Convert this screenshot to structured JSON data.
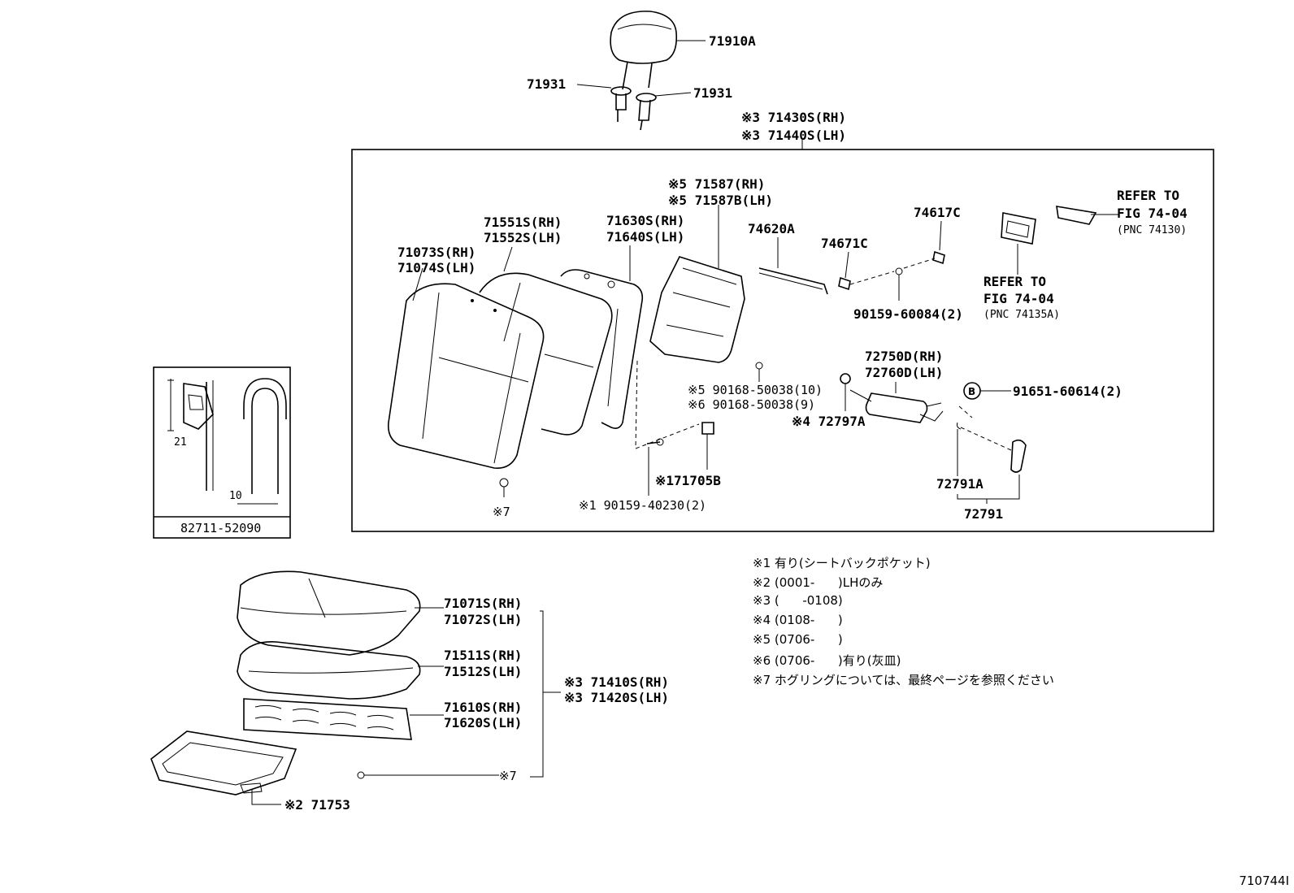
{
  "figure_id": "710744I",
  "labels": {
    "headrest": "71910A",
    "guide_left": "71931",
    "guide_right": "71931",
    "seatback_assy_rh": "※3 71430S(RH)",
    "seatback_assy_lh": "※3 71440S(LH)",
    "cover_rh": "71073S(RH)",
    "cover_lh": "71074S(LH)",
    "pad_rh": "71551S(RH)",
    "pad_lh": "71552S(LH)",
    "frame_rh": "71630S(RH)",
    "frame_lh": "71640S(LH)",
    "board_rh": "※5 71587(RH)",
    "board_lh": "※5 71587B(LH)",
    "rod": "74620A",
    "bracket": "74671C",
    "clip": "74617C",
    "screw_top": "90159-60084(2)",
    "refer1_a": "REFER TO",
    "refer1_b": "FIG 74-04",
    "refer1_c": "(PNC 74130)",
    "refer2_a": "REFER TO",
    "refer2_b": "FIG 74-04",
    "refer2_c": "(PNC 74135A)",
    "lumbar_rh": "72750D(RH)",
    "lumbar_lh": "72760D(LH)",
    "bolt_b": "91651-60614(2)",
    "screw_5": "※5 90168-50038(10)",
    "screw_6": "※6 90168-50038(9)",
    "nut": "※4 72797A",
    "knob_a": "72791A",
    "knob": "72791",
    "grommet": "※171705B",
    "screw_1": "※1 90159-40230(2)",
    "hogring_back": "※7",
    "inset_dim_a": "21",
    "inset_dim_b": "10",
    "inset_part": "82711-52090",
    "cushion_cover_rh": "71071S(RH)",
    "cushion_cover_lh": "71072S(LH)",
    "cushion_pad_rh": "71511S(RH)",
    "cushion_pad_lh": "71512S(LH)",
    "cushion_assy_rh": "※3 71410S(RH)",
    "cushion_assy_lh": "※3 71420S(LH)",
    "spring_rh": "71610S(RH)",
    "spring_lh": "71620S(LH)",
    "hogring_cushion": "※7",
    "undercover": "※2 71753"
  },
  "notes": [
    "※1 有り(シートバックポケット)",
    "※2 (0001-      )LHのみ",
    "※3 (      -0108)",
    "※4 (0108-      )",
    "※5 (0706-      )",
    "※6 (0706-      )有り(灰皿)",
    "※7 ホグリングについては、最終ページを参照ください"
  ]
}
